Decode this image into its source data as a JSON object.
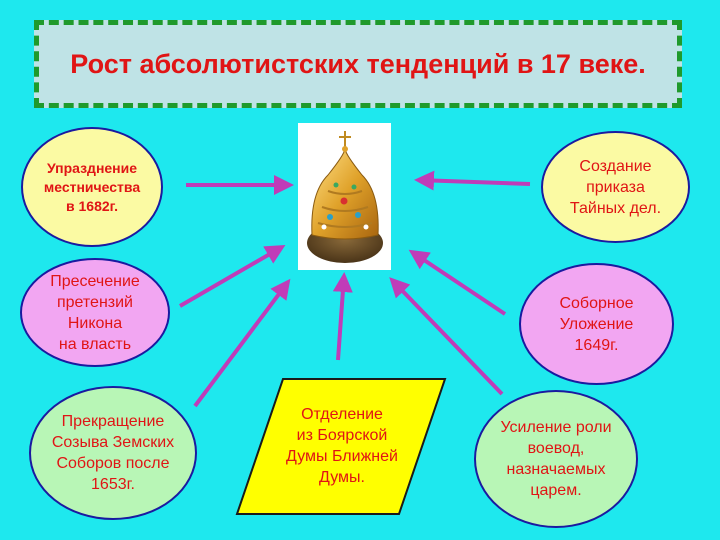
{
  "title": "Рост абсолютистских тенденций в 17 веке.",
  "center_image": "crown-of-monomakh",
  "nodes": {
    "top_left": "Упразднение\nместничества\nв 1682г.",
    "top_right": "Создание\nприказа\nТайных дел.",
    "mid_left": "Пресечение\nпретензий\nНикона\nна власть",
    "mid_right": "Соборное\nУложение\n1649г.",
    "bottom_left": "Прекращение\nСозыва Земских\nСоборов после\n1653г.",
    "bottom_center": "Отделение\nиз Боярской\nДумы  Ближней\nДумы.",
    "bottom_right": "Усиление роли\nвоевод,\nназначаемых\nцарем."
  },
  "colors": {
    "background": "#1ee8ee",
    "title_text": "#e01515",
    "arrow": "#c03cb8"
  }
}
